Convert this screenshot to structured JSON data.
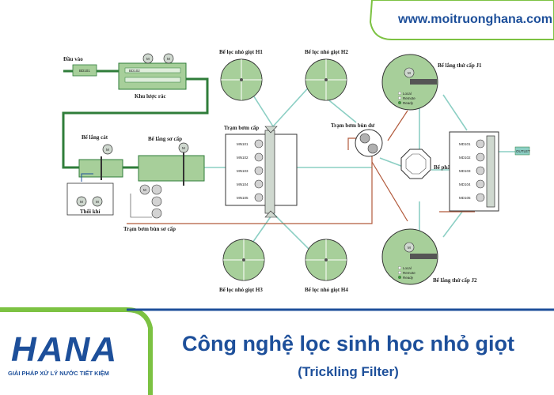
{
  "header": {
    "url": "www.moitruonghana.com"
  },
  "footer": {
    "title": "Công nghệ lọc sinh học nhỏ giọt",
    "subtitle": "(Trickling Filter)",
    "logo_text": "HANA",
    "logo_slogan": "GIẢI PHÁP XỬ LÝ NƯỚC TIẾT KIỆM"
  },
  "diagram": {
    "inlet": "Đầu vào",
    "screen_area": "Khu lược rác",
    "grit_tank": "Bể lắng cát",
    "primary_settler": "Bể lắng sơ cấp",
    "blower": "Thổi khí",
    "primary_sludge_pump": "Trạm bơm bùn sơ cấp",
    "primary_pump_station": "Trạm bơm cấp",
    "trickling_h1": "Bể lọc nhỏ giọt H1",
    "trickling_h2": "Bể lọc nhỏ giọt H2",
    "trickling_h3": "Bể lọc nhỏ giọt H3",
    "trickling_h4": "Bể lọc nhỏ giọt H4",
    "return_sludge_pump": "Trạm bơm bùn dư",
    "distribution_tank": "Bể phân phối",
    "secondary_j1": "Bể lắng thứ cấp J1",
    "secondary_j2": "Bể lắng thứ cấp J2",
    "pump_codes_left": [
      "MN101",
      "MN102",
      "MN103",
      "MN104",
      "MN105"
    ],
    "pump_codes_right": [
      "MD101",
      "MD102",
      "MD103",
      "MD104",
      "MD105"
    ],
    "outlet_tag": "OUTLET",
    "motor_label": "M",
    "screen_tags": [
      "BD101",
      "BD102"
    ],
    "modes": [
      "Local",
      "Remote",
      "Ready"
    ]
  },
  "colors": {
    "brand": "#1d4f9a",
    "accent_green": "#7cc242",
    "pipe_green": "#2f7d3a",
    "pipe_red": "#b25a3c",
    "pipe_cyan": "#8ccfc4",
    "tank": "#a7cf9a"
  }
}
